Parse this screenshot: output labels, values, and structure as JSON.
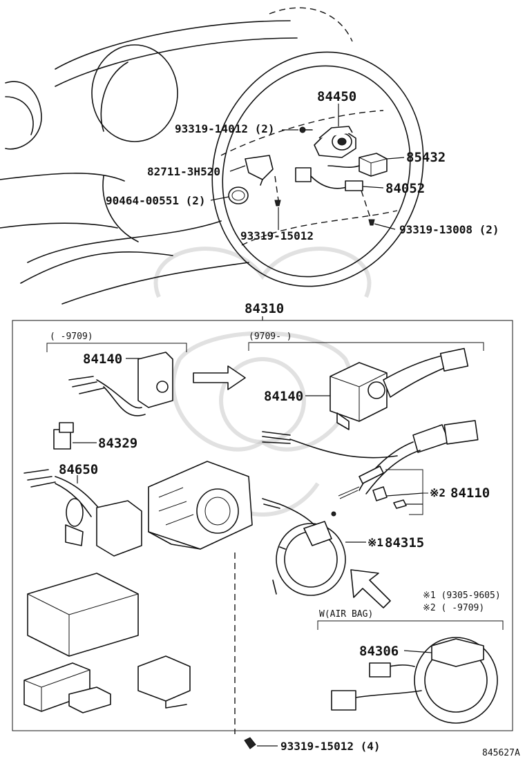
{
  "diagram_id": "845627A",
  "labels": {
    "p84450": "84450",
    "p93319_14012": "93319-14012 (2)",
    "p85432": "85432",
    "p82711": "82711-3H520",
    "p84052": "84052",
    "p90464": "90464-00551 (2)",
    "p93319_15012_top": "93319-15012",
    "p93319_13008": "93319-13008 (2)",
    "p84310": "84310",
    "range_left": "(      -9709)",
    "range_right": "(9709-      )",
    "p84140_left": "84140",
    "p84140_right": "84140",
    "p84329": "84329",
    "p84650": "84650",
    "p84110": "84110",
    "p84315": "84315",
    "p84306": "84306",
    "p93319_15012_bottom": "93319-15012 (4)",
    "mark1": "※1",
    "mark2": "※2",
    "note1": "※1 (9305-9605)",
    "note2": "※2 (      -9709)",
    "w_air_bag": "W(AIR BAG)"
  }
}
